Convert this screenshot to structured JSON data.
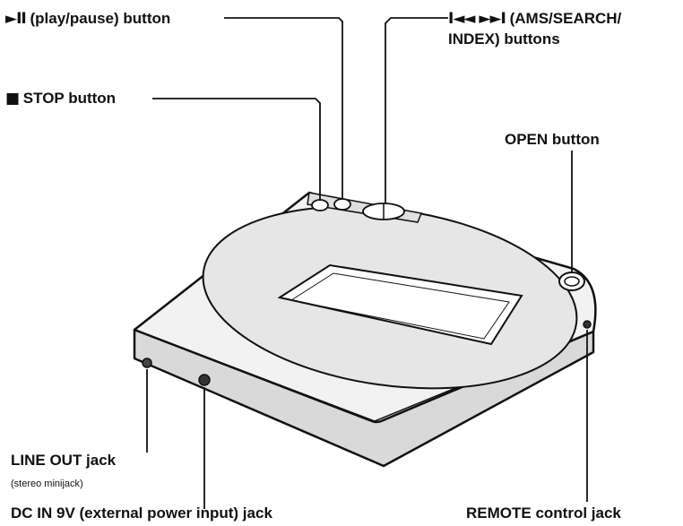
{
  "labels": {
    "play_pause": {
      "glyph": "►II",
      "text": "(play/pause) button"
    },
    "stop": {
      "glyph": "■",
      "text": "STOP button"
    },
    "ams": {
      "glyph": "I◄◄ ►►I",
      "line1": "(AMS/SEARCH/",
      "line2": "INDEX) buttons"
    },
    "open": {
      "text": "OPEN button"
    },
    "line_out": {
      "text": "LINE OUT jack",
      "sub": "(stereo minijack)"
    },
    "dc_in": {
      "text": "DC IN 9V (external power input) jack"
    },
    "remote": {
      "text": "REMOTE control jack"
    }
  },
  "colors": {
    "ink": "#111111",
    "paper": "#ffffff",
    "body_light": "#f2f2f2",
    "body_shade": "#d9d9d9"
  }
}
